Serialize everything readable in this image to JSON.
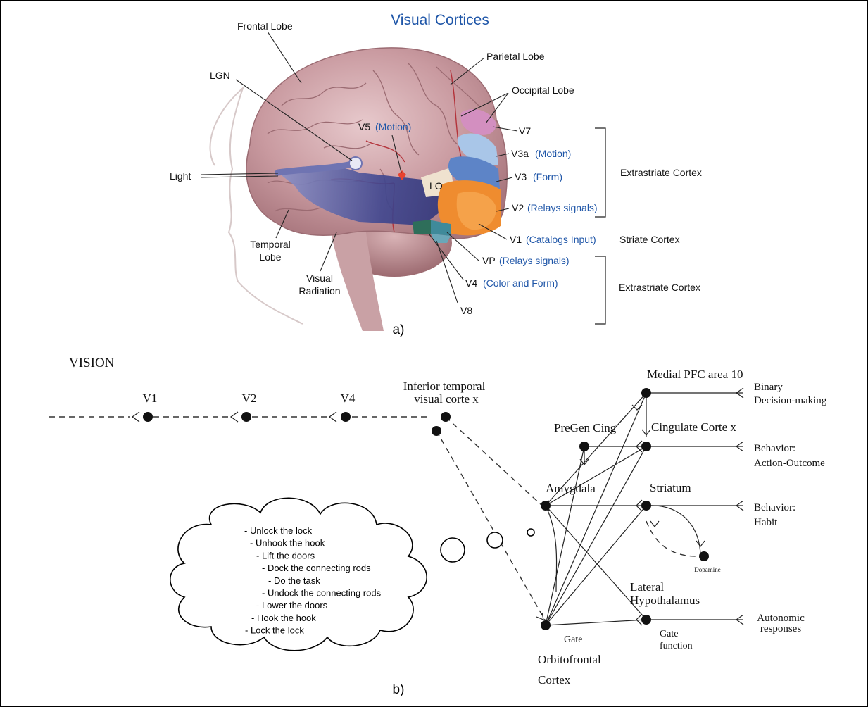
{
  "panel_a": {
    "title": "Visual Cortices",
    "caption": "a)",
    "labels": {
      "frontal_lobe": "Frontal Lobe",
      "parietal_lobe": "Parietal Lobe",
      "occipital_lobe": "Occipital Lobe",
      "lgn": "LGN",
      "light": "Light",
      "temporal_lobe_1": "Temporal",
      "temporal_lobe_2": "Lobe",
      "visual_radiation_1": "Visual",
      "visual_radiation_2": "Radiation",
      "v5": "V5",
      "v5_fn": "(Motion)",
      "lo": "LO",
      "v7": "V7",
      "v3a": "V3a",
      "v3a_fn": "(Motion)",
      "v3": "V3",
      "v3_fn": "(Form)",
      "v2": "V2",
      "v2_fn": "(Relays signals)",
      "v1": "V1",
      "v1_fn": "(Catalogs Input)",
      "vp": "VP",
      "vp_fn": "(Relays signals)",
      "v4": "V4",
      "v4_fn": "(Color and Form)",
      "v8": "V8",
      "extrastriate_top": "Extrastriate Cortex",
      "striate": "Striate Cortex",
      "extrastriate_bottom": "Extrastriate Cortex"
    },
    "colors": {
      "accent_blue": "#1f56a8"
    }
  },
  "panel_b": {
    "title": "VISION",
    "caption": "b)",
    "nodes": {
      "v1": "V1",
      "v2": "V2",
      "v4": "V4",
      "it_1": "Inferior temporal",
      "it_2": "visual corte x",
      "medial_pfc": "Medial PFC area 10",
      "pregen": "PreGen Cing",
      "cingulate": "Cingulate Corte x",
      "amygdala": "Amygdala",
      "striatum": "Striatum",
      "dopamine": "Dopamine",
      "lateral_hypo_1": "Lateral",
      "lateral_hypo_2": "Hypothalamus",
      "gate": "Gate",
      "gate_function_1": "Gate",
      "gate_function_2": "function",
      "ofc_1": "Orbitofrontal",
      "ofc_2": "Cortex"
    },
    "outputs": {
      "binary_1": "Binary",
      "binary_2": "Decision-making",
      "behavior_ao_1": "Behavior:",
      "behavior_ao_2": "Action-Outcome",
      "behavior_habit_1": "Behavior:",
      "behavior_habit_2": "Habit",
      "autonomic_1": "Autonomic",
      "autonomic_2": "responses"
    },
    "thought_steps": [
      "- Unlock the lock",
      "- Unhook the hook",
      "- Lift the doors",
      "- Dock the connecting rods",
      "- Do the task",
      "- Undock the connecting rods",
      "- Lower the doors",
      "- Hook the hook",
      "- Lock the lock"
    ]
  }
}
